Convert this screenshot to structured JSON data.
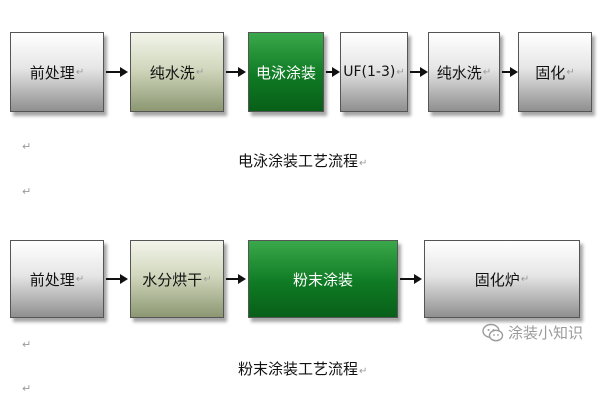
{
  "flow1": {
    "steps": [
      "前处理",
      "纯水洗",
      "电泳涂装",
      "UF(1-3)",
      "纯水洗",
      "固化"
    ],
    "caption": "电泳涂装工艺流程"
  },
  "flow2": {
    "steps": [
      "前处理",
      "水分烘干",
      "粉末涂装",
      "固化炉"
    ],
    "caption": "粉末涂装工艺流程"
  },
  "paragraph_mark": "↵",
  "watermark": "涂装小知识",
  "colors": {
    "gray_box": "#bfbfbf",
    "olive_box": "#d2d8be",
    "green_box": "#0f7a24",
    "arrow": "#111111"
  }
}
